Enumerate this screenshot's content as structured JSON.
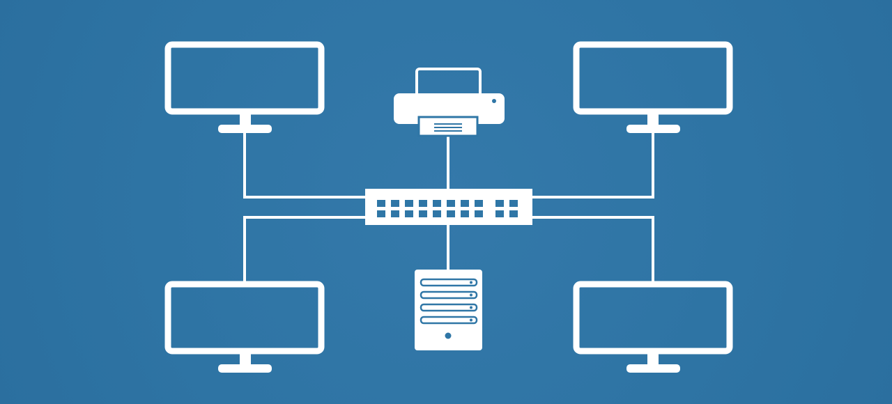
{
  "diagram": {
    "description_nodes": [
      {
        "id": "monitor-top-left",
        "kind": "monitor-icon"
      },
      {
        "id": "printer",
        "kind": "printer-icon"
      },
      {
        "id": "monitor-top-right",
        "kind": "monitor-icon"
      },
      {
        "id": "switch",
        "kind": "network-switch-icon"
      },
      {
        "id": "monitor-bottom-left",
        "kind": "monitor-icon"
      },
      {
        "id": "server",
        "kind": "server-icon"
      },
      {
        "id": "monitor-bottom-right",
        "kind": "monitor-icon"
      }
    ],
    "edges": [
      [
        "monitor-top-left",
        "switch"
      ],
      [
        "printer",
        "switch"
      ],
      [
        "monitor-top-right",
        "switch"
      ],
      [
        "monitor-bottom-left",
        "switch"
      ],
      [
        "server",
        "switch"
      ],
      [
        "monitor-bottom-right",
        "switch"
      ]
    ],
    "colors": {
      "background": "#2f76a6",
      "foreground": "#ffffff"
    }
  }
}
